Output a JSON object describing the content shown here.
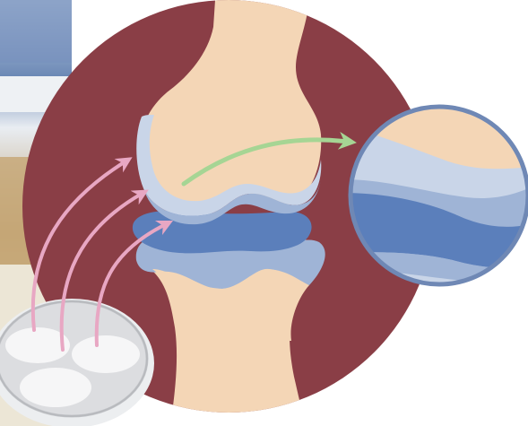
{
  "figure": {
    "subject": "knee-joint-cartilage-implant",
    "icons": [
      "background-photo",
      "joint-circle",
      "femur-bone",
      "tibia-bone",
      "femoral-cartilage",
      "meniscus",
      "tibial-cartilage",
      "zoom-inset",
      "green-zoom-arrow",
      "pink-arrows",
      "petri-dish"
    ]
  },
  "colors": {
    "joint_background": "#8a3e46",
    "bone": "#f4d6b6",
    "cartilage_light": "#c9d5e8",
    "cartilage_mid": "#9fb4d6",
    "meniscus": "#5b7fbb",
    "inset_border": "#6f88b5",
    "zoom_arrow": "#a6d594",
    "transplant_arrow": "#e8a7c3",
    "dish": "#dcdde0"
  }
}
